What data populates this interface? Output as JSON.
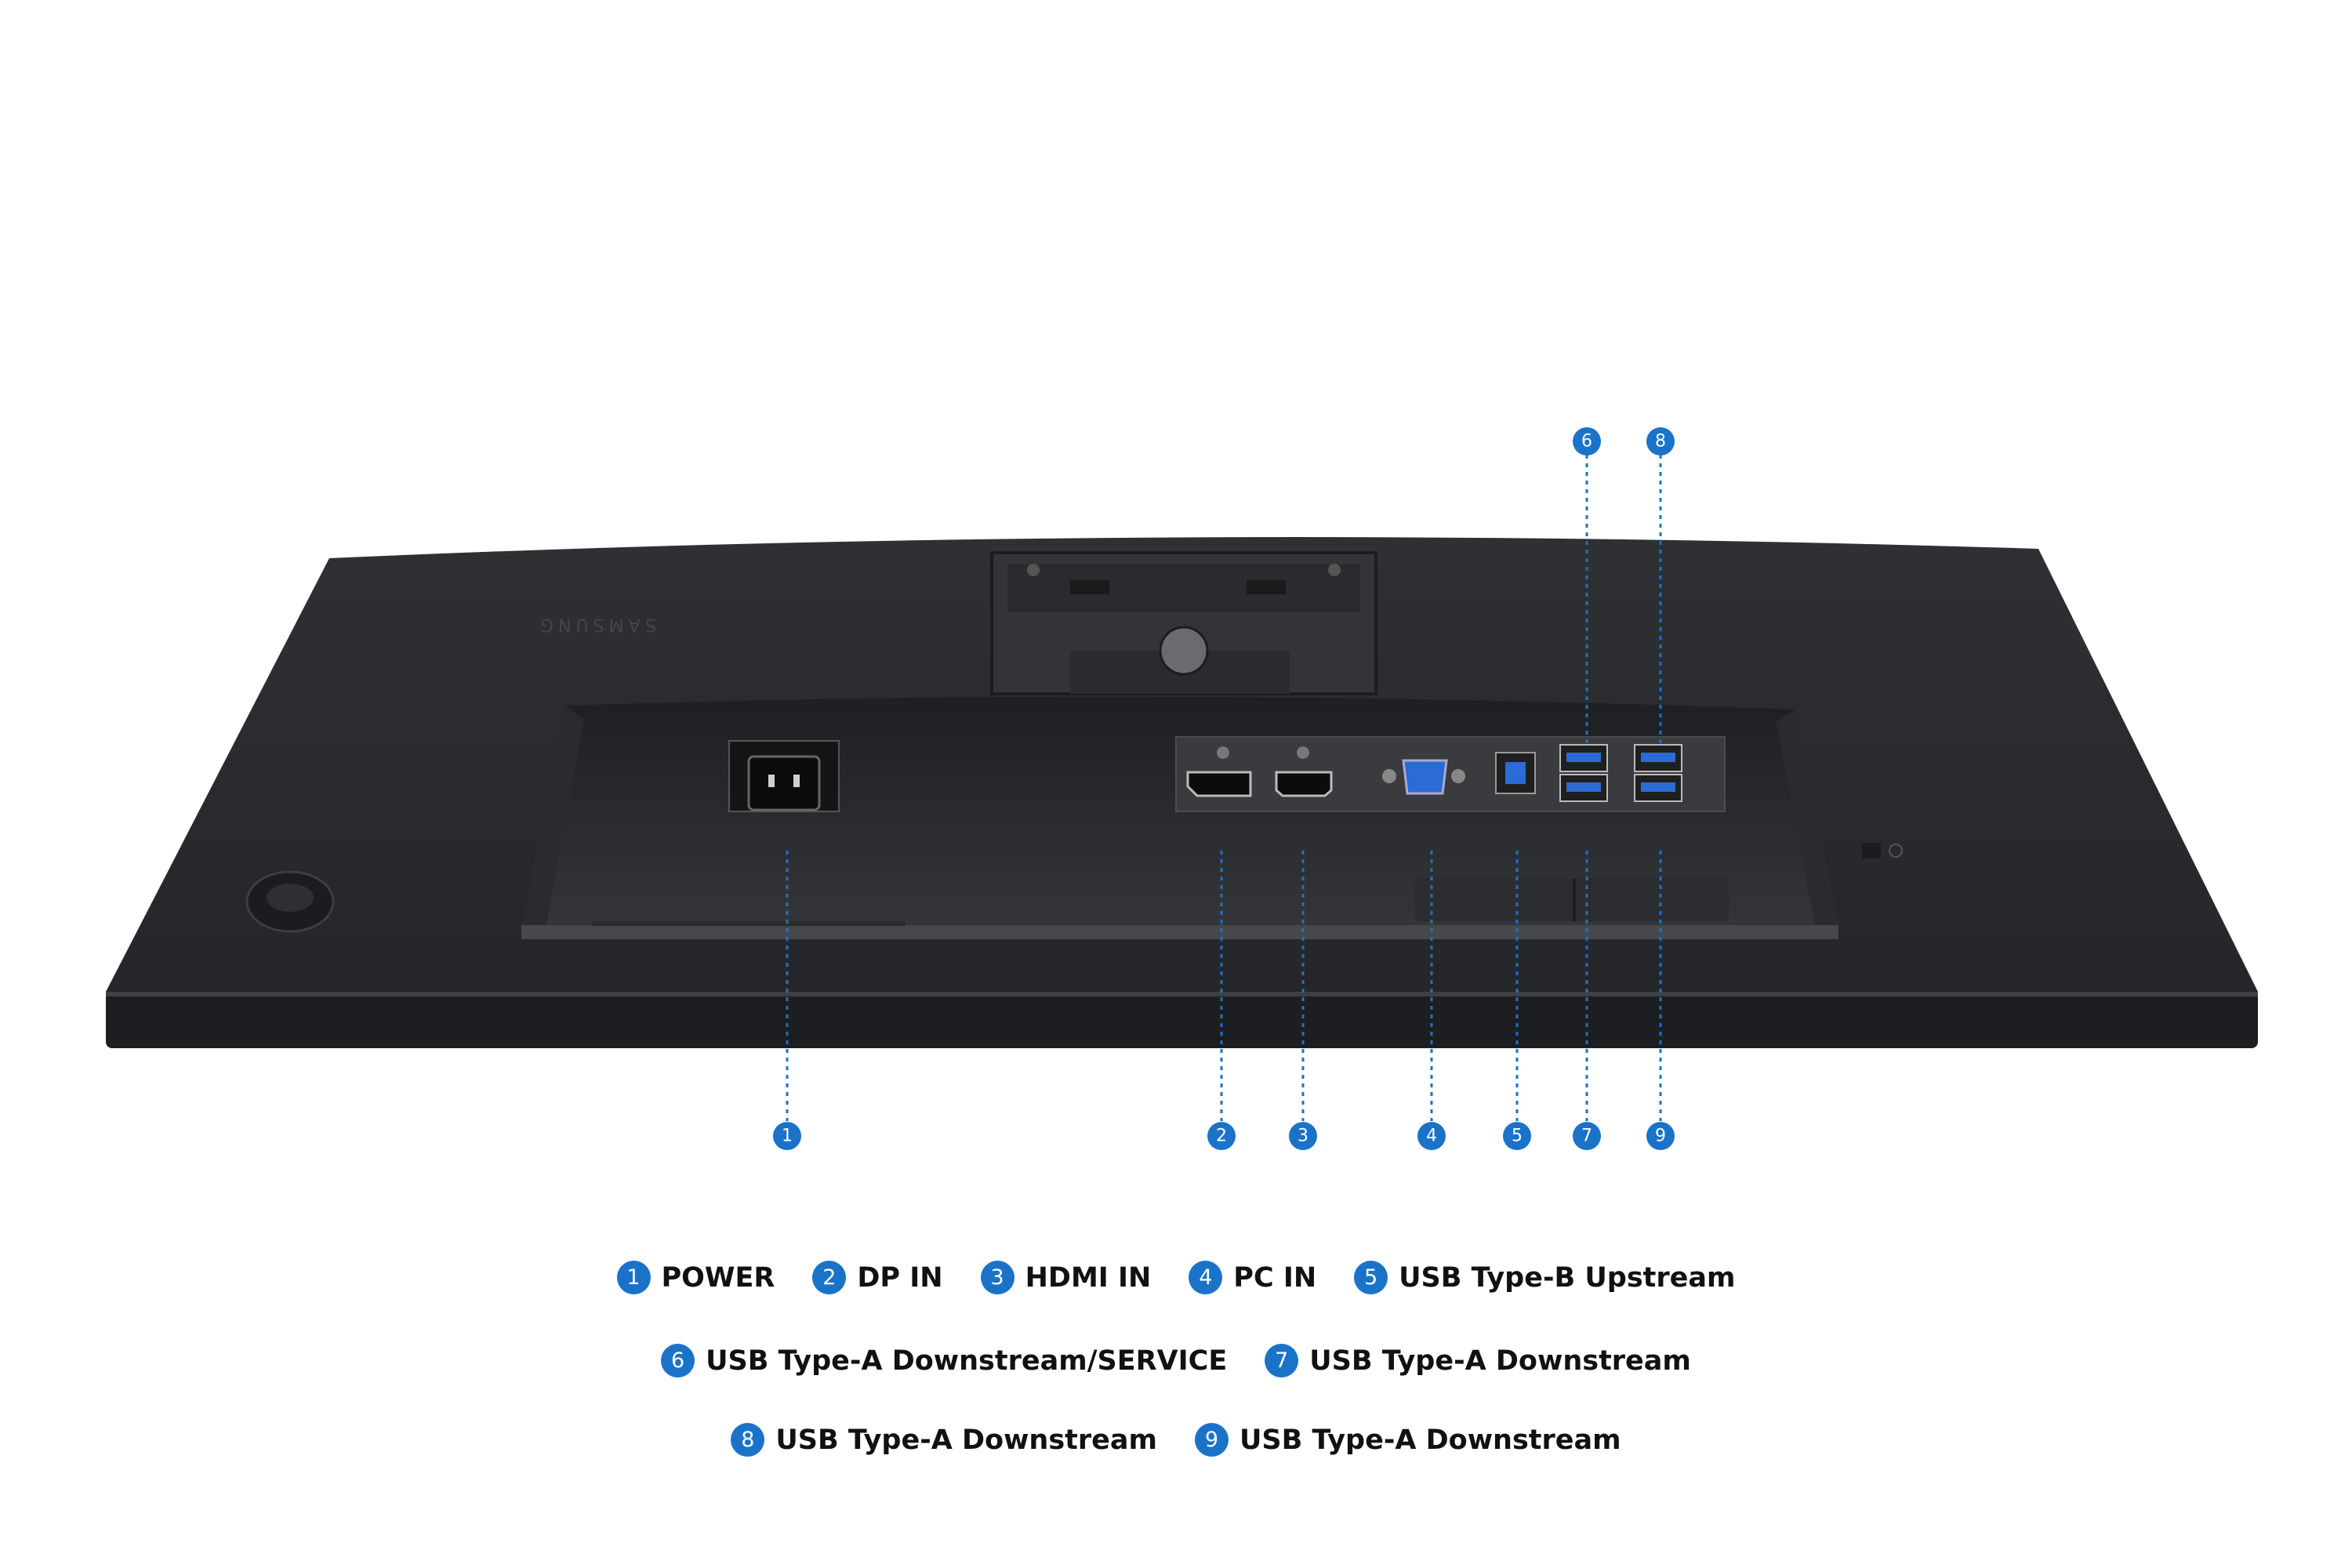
{
  "brand": "SAMSUNG",
  "colors": {
    "accent": "#1a73c8",
    "body": "#2b2c2f",
    "panel": "#3a3b3e"
  },
  "callouts": {
    "n1": "1",
    "n2": "2",
    "n3": "3",
    "n4": "4",
    "n5": "5",
    "n6": "6",
    "n7": "7",
    "n8": "8",
    "n9": "9"
  },
  "legend": {
    "row1": [
      {
        "num": "1",
        "label": "POWER"
      },
      {
        "num": "2",
        "label": "DP IN"
      },
      {
        "num": "3",
        "label": "HDMI IN"
      },
      {
        "num": "4",
        "label": "PC IN"
      },
      {
        "num": "5",
        "label": "USB Type-B Upstream"
      }
    ],
    "row2": [
      {
        "num": "6",
        "label": "USB Type-A Downstream/SERVICE"
      },
      {
        "num": "7",
        "label": "USB Type-A Downstream"
      }
    ],
    "row3": [
      {
        "num": "8",
        "label": "USB Type-A Downstream"
      },
      {
        "num": "9",
        "label": "USB Type-A Downstream"
      }
    ]
  }
}
